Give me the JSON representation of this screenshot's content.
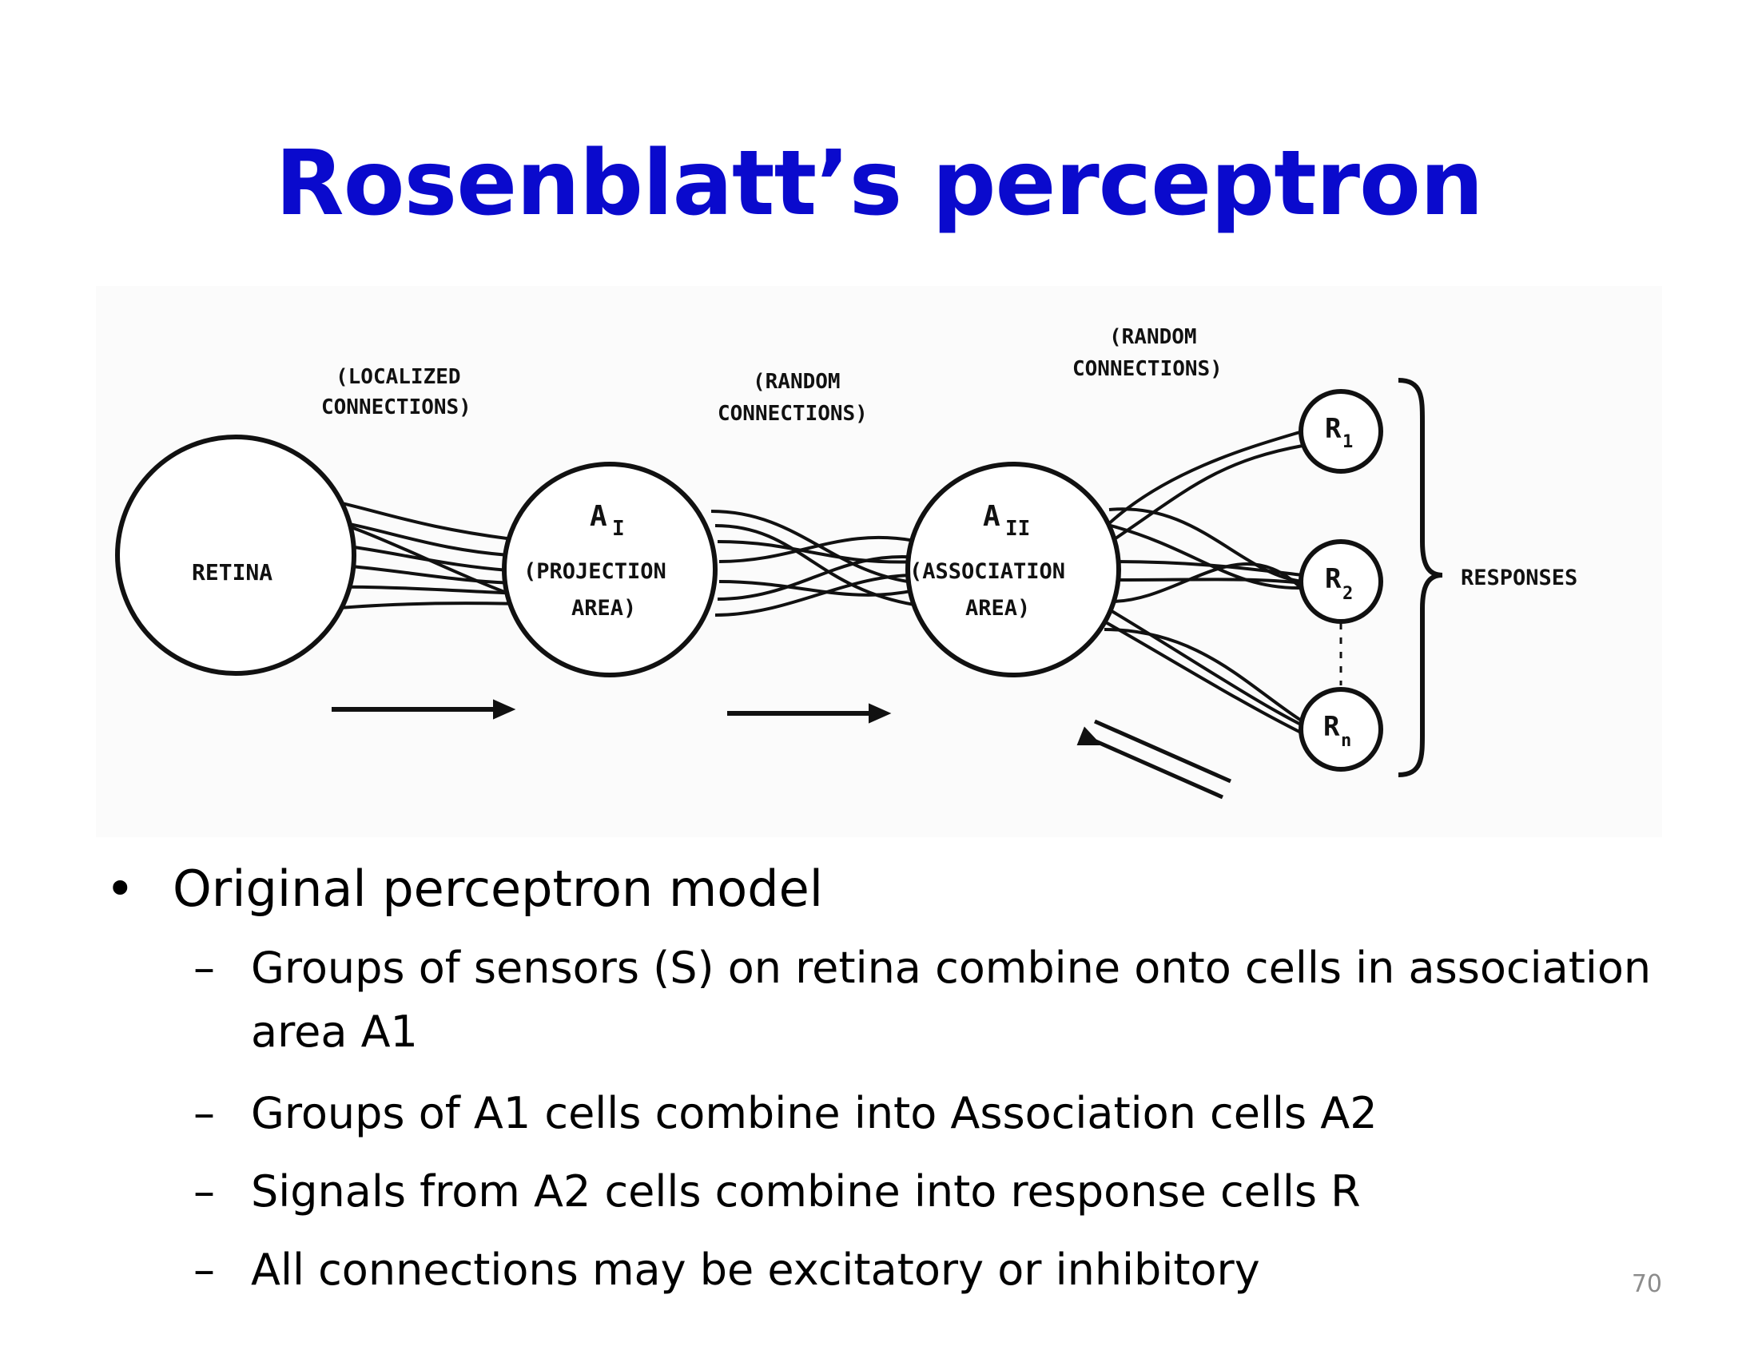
{
  "title": "Rosenblatt’s perceptron",
  "diagram": {
    "retina_label": "RETINA",
    "projection_label": "A",
    "projection_sub": "I",
    "projection_desc_1": "(PROJECTION",
    "projection_desc_2": "AREA)",
    "association_label": "A",
    "association_sub": "II",
    "association_desc_1": "(ASSOCIATION",
    "association_desc_2": "AREA)",
    "connections_1a": "(LOCALIZED",
    "connections_1b": "CONNECTIONS)",
    "connections_2a": "(RANDOM",
    "connections_2b": "CONNECTIONS)",
    "connections_3a": "(RANDOM",
    "connections_3b": "CONNECTIONS)",
    "r1": "R",
    "r1_sub": "1",
    "r2": "R",
    "r2_sub": "2",
    "rn": "R",
    "rn_sub": "n",
    "responses_label": "RESPONSES"
  },
  "bullet": {
    "symbol": "•",
    "text": "Original perceptron model"
  },
  "subbullets": {
    "dash": "–",
    "item1_line1": "Groups of sensors (S) on retina combine onto cells in association",
    "item1_line2": "area A1",
    "item2": "Groups of A1 cells combine into Association cells A2",
    "item3": "Signals from A2 cells combine into response cells R",
    "item4": "All connections may be excitatory or inhibitory"
  },
  "page_number": "70"
}
